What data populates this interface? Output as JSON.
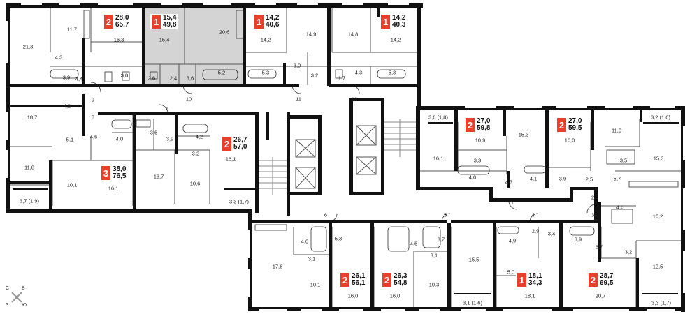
{
  "apartments": [
    {
      "rooms": "2",
      "total": "28,0",
      "living": "65,7"
    },
    {
      "rooms": "1",
      "total": "15,4",
      "living": "49,8"
    },
    {
      "rooms": "1",
      "total": "14,2",
      "living": "40,6"
    },
    {
      "rooms": "1",
      "total": "14,2",
      "living": "40,3"
    },
    {
      "rooms": "2",
      "total": "26,7",
      "living": "57,0"
    },
    {
      "rooms": "3",
      "total": "38,0",
      "living": "76,5"
    },
    {
      "rooms": "2",
      "total": "27,0",
      "living": "59,8"
    },
    {
      "rooms": "2",
      "total": "27,0",
      "living": "59,5"
    },
    {
      "rooms": "2",
      "total": "26,1",
      "living": "56,1"
    },
    {
      "rooms": "2",
      "total": "26,3",
      "living": "54,8"
    },
    {
      "rooms": "1",
      "total": "18,1",
      "living": "34,3"
    },
    {
      "rooms": "2",
      "total": "28,7",
      "living": "69,5"
    }
  ],
  "rooms": [
    "21,3",
    "11,7",
    "16,3",
    "4,3",
    "3,9",
    "4,4",
    "3,8",
    "15,4",
    "20,6",
    "2,6",
    "2,4",
    "3,6",
    "5,2",
    "14,2",
    "5,3",
    "3,0",
    "14,9",
    "3,2",
    "14,8",
    "1,7",
    "4,3",
    "14,2",
    "5,3",
    "10",
    "11",
    "12",
    "9",
    "8",
    "7",
    "6",
    "5",
    "4",
    "3",
    "2",
    "1",
    "4,2",
    "18,7",
    "5,1",
    "4,6",
    "11,8",
    "10,1",
    "16,1",
    "3,7 (1,9)",
    "4,0",
    "3,6",
    "3,9",
    "13,7",
    "4,2",
    "3,2",
    "10,6",
    "16,1",
    "3,3 (1,7)",
    "3,6 (1,8)",
    "10,9",
    "15,3",
    "16,0",
    "11,0",
    "3,2 (1,6)",
    "15,3",
    "16,1",
    "3,3",
    "4,0",
    "4,3",
    "4,1",
    "3,9",
    "2,5",
    "3,5",
    "5,7",
    "4,0",
    "5,3",
    "17,6",
    "3,1",
    "10,1",
    "16,0",
    "4,6",
    "3,7",
    "3,1",
    "16,0",
    "10,3",
    "15,5",
    "3,1 (1,6)",
    "4,9",
    "2,9",
    "3,4",
    "5,0",
    "18,1",
    "3,9",
    "6,7",
    "4,6",
    "16,2",
    "3,2",
    "12,5",
    "20,7",
    "3,3 (1,7)"
  ],
  "compass": {
    "n": "С",
    "e": "В",
    "w": "З",
    "s": "Ю"
  },
  "colors": {
    "accent": "#e8402a",
    "wall": "#111111",
    "shaded": "#d4d4d4",
    "line": "#555555"
  }
}
